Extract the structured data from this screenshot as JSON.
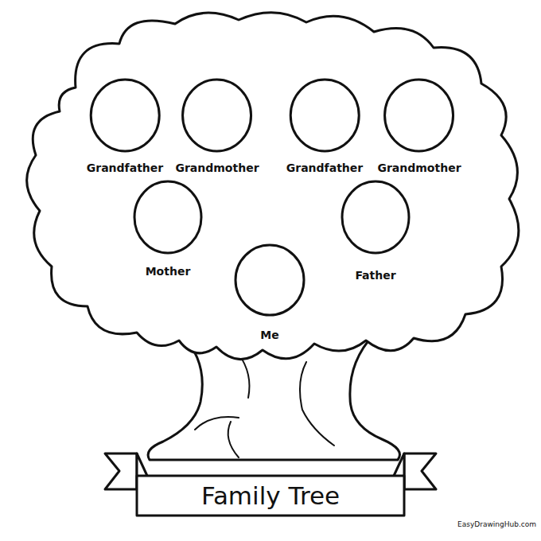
{
  "diagram": {
    "title": "Family Tree",
    "nodes": [
      {
        "text": [
          "Grandfather"
        ]
      },
      {
        "text": [
          "Grandmother"
        ]
      },
      {
        "text": [
          "Grandfather"
        ]
      },
      {
        "text": [
          "Grandmother"
        ]
      },
      {
        "text": [
          "Mother"
        ]
      },
      {
        "text": [
          "Father"
        ]
      },
      {
        "text": [
          "Me"
        ]
      }
    ],
    "labels": [
      "EasyDrawingHub.com"
    ]
  }
}
